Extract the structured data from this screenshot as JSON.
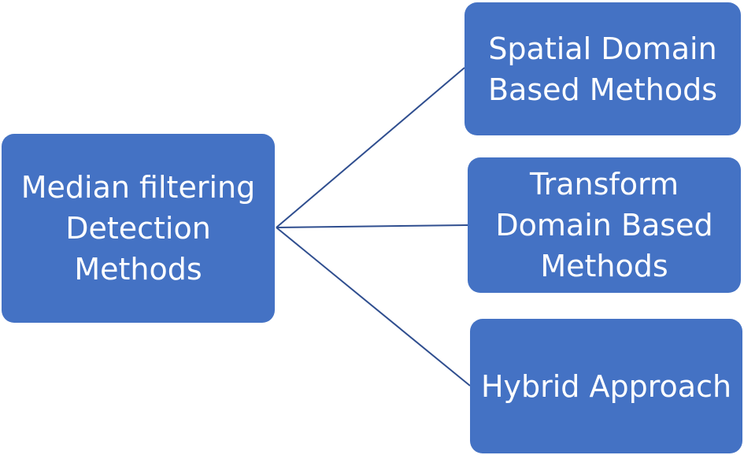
{
  "diagram": {
    "root": {
      "label": "Median filtering\nDetection\nMethods"
    },
    "children": [
      {
        "label": "Spatial Domain\nBased Methods"
      },
      {
        "label": "Transform\nDomain Based\nMethods"
      },
      {
        "label": "Hybrid Approach"
      }
    ]
  },
  "colors": {
    "box_fill": "#4472c4",
    "box_text": "#ffffff",
    "connector": "#2f4e8f"
  }
}
